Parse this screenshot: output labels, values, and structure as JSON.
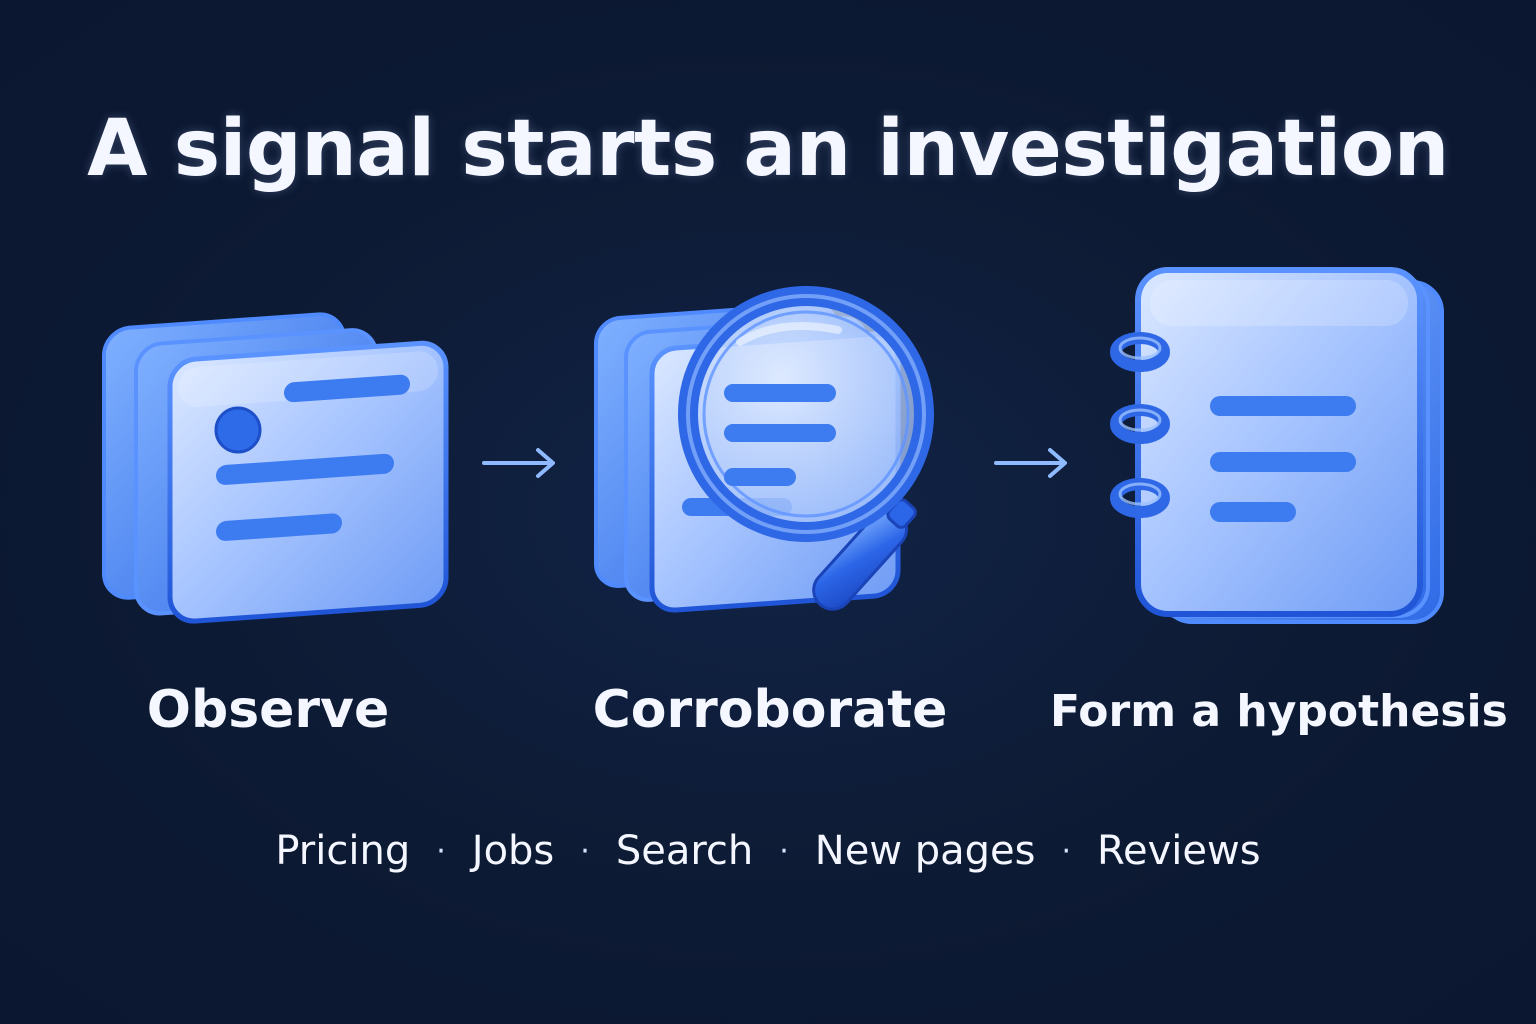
{
  "title": "A signal starts an investigation",
  "steps": [
    {
      "label": "Observe",
      "icon": "stacked-cards-icon"
    },
    {
      "label": "Corroborate",
      "icon": "magnifier-cards-icon"
    },
    {
      "label": "Form a hypothesis",
      "icon": "notebook-icon"
    }
  ],
  "connectors": [
    "arrow-right-icon",
    "arrow-right-icon"
  ],
  "signals": [
    "Pricing",
    "Jobs",
    "Search",
    "New pages",
    "Reviews"
  ],
  "separator": "·",
  "colors": {
    "background": "#0d1a33",
    "accent": "#3d7bf0",
    "glass": "#a9c8ff",
    "text": "#f4f7ff"
  }
}
